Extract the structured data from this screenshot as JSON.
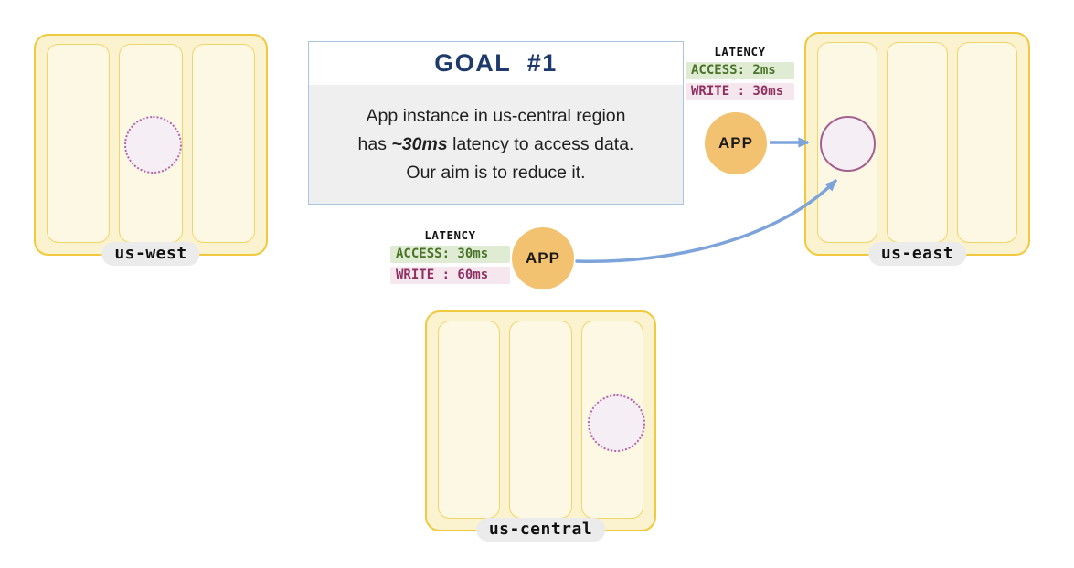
{
  "goal": {
    "title": "GOAL  #1",
    "line1": "App instance in us-central region",
    "line2_prefix": "has ",
    "line2_emphasis": "~30ms",
    "line2_suffix": " latency to access data.",
    "line3": "Our aim is to reduce it."
  },
  "regions": {
    "us_west": {
      "label": "us-west"
    },
    "us_east": {
      "label": "us-east"
    },
    "us_central": {
      "label": "us-central"
    }
  },
  "latency_blocks": {
    "east": {
      "title": "LATENCY",
      "access": "ACCESS: 2ms",
      "write": "WRITE : 30ms"
    },
    "central": {
      "title": "LATENCY",
      "access": "ACCESS: 30ms",
      "write": "WRITE : 60ms"
    }
  },
  "apps": {
    "east": {
      "label": "APP"
    },
    "central": {
      "label": "APP"
    }
  },
  "colors": {
    "region_fill": "#FBF2CF",
    "region_border": "#F1C93F",
    "zone_fill": "#FDF8E3",
    "zone_border": "#F2D569",
    "label_pill_bg": "#EBEBEB",
    "app_fill": "#F3C270",
    "data_circle_fill": "#F5EEF5",
    "data_circle_solid_border": "#A4618F",
    "data_circle_dotted_border": "#B266A3",
    "arrow": "#7CA4DB",
    "goal_border": "#A9C5E4",
    "goal_title": "#1E3A6D",
    "goal_body_bg": "#EFEFEF",
    "access_badge_bg": "#DFECD3",
    "access_badge_text": "#4A7228",
    "write_badge_bg": "#F6E7EE",
    "write_badge_text": "#8E3060"
  }
}
